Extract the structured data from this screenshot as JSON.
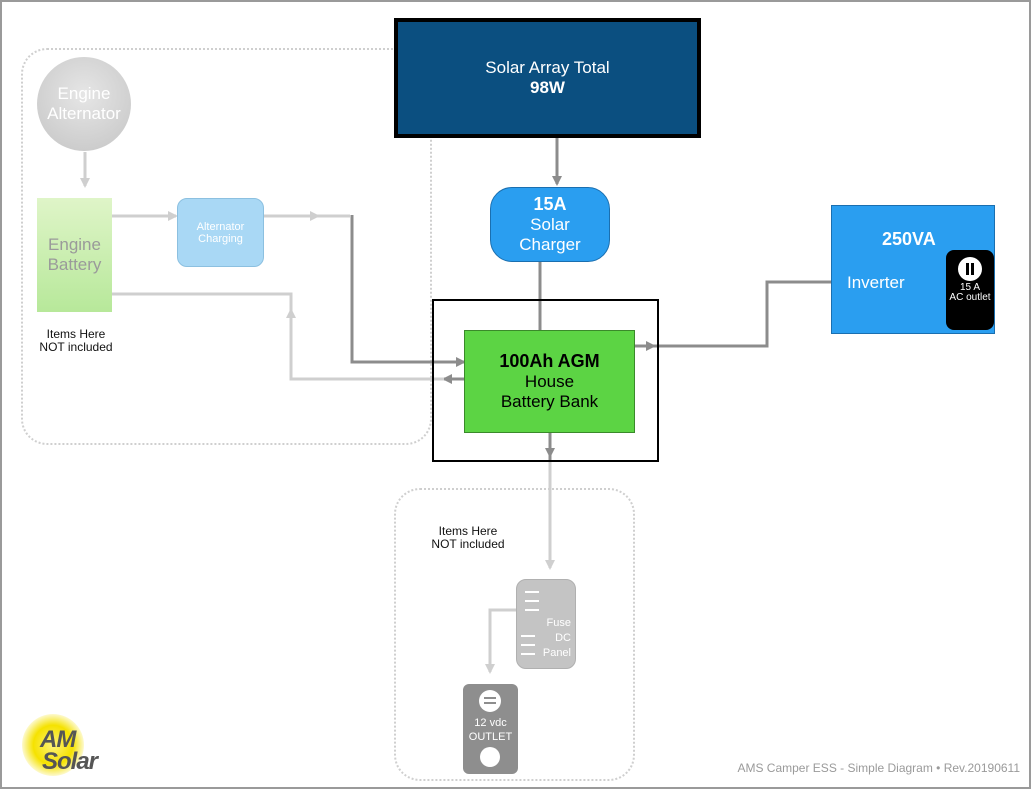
{
  "solar_array": {
    "title": "Solar Array Total",
    "value": "98W"
  },
  "solar_charger": {
    "amps": "15A",
    "line1": "Solar",
    "line2": "Charger"
  },
  "battery_bank": {
    "title": "100Ah AGM",
    "line1": "House",
    "line2": "Battery Bank"
  },
  "inverter": {
    "rating": "250VA",
    "label": "Inverter",
    "outlet_line1": "15 A",
    "outlet_line2": "AC outlet"
  },
  "alternator": {
    "line1": "Engine",
    "line2": "Alternator"
  },
  "engine_battery": {
    "line1": "Engine",
    "line2": "Battery"
  },
  "alternator_charging": {
    "line1": "Alternator",
    "line2": "Charging"
  },
  "not_included_note": {
    "line1": "Items Here",
    "line2": "NOT included"
  },
  "fuse_panel": {
    "line1": "Fuse",
    "line2": "DC",
    "line3": "Panel"
  },
  "dc_outlet": {
    "line1": "12 vdc",
    "line2": "OUTLET"
  },
  "logo": {
    "line1": "AM",
    "line2": "Solar"
  },
  "footer": {
    "caption": "AMS Camper ESS - Simple Diagram • Rev.20190611"
  },
  "colors": {
    "solar_array_fill": "#0b4f80",
    "charger_fill": "#2a9ef0",
    "battery_fill": "#5cd444",
    "inverter_fill": "#2a9ef0",
    "wire": "#8c8c8c",
    "wire_faded": "#cfcfcf"
  }
}
